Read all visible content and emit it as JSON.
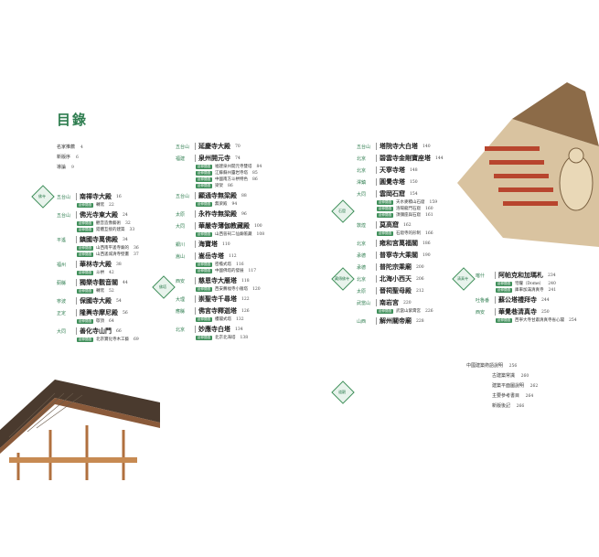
{
  "title": "目錄",
  "intro": [
    {
      "label": "名家推薦",
      "page": "4"
    },
    {
      "label": "新版序",
      "page": "6"
    },
    {
      "label": "導論",
      "page": "9"
    }
  ],
  "sections": [
    {
      "label": "佛寺",
      "entries": []
    },
    {
      "label": "佛塔",
      "entries": []
    },
    {
      "label": "石窟",
      "entries": []
    },
    {
      "label": "藏傳佛寺",
      "entries": []
    },
    {
      "label": "道觀",
      "entries": []
    },
    {
      "label": "清真寺",
      "entries": []
    }
  ],
  "columns": [
    [
      {
        "loc": "五台山",
        "name": "南禪寺大殿",
        "page": "16",
        "subs": [
          {
            "tag": "延伸閱讀",
            "text": "轉窯",
            "page": "22"
          }
        ]
      },
      {
        "loc": "五台山",
        "name": "佛光寺東大殿",
        "page": "24",
        "subs": [
          {
            "tag": "延伸閱讀",
            "text": "觀音造像藝術",
            "page": "32"
          },
          {
            "tag": "延伸閱讀",
            "text": "錯體互接的建築",
            "page": "33"
          }
        ]
      },
      {
        "loc": "平遙",
        "name": "鎮國寺萬佛殿",
        "page": "34",
        "subs": [
          {
            "tag": "延伸閱讀",
            "text": "山西南平遙寺廟的",
            "page": "36"
          },
          {
            "tag": "延伸閱讀",
            "text": "山西遙城清寺壁畫",
            "page": "37"
          }
        ]
      },
      {
        "loc": "福州",
        "name": "華林寺大殿",
        "page": "38",
        "subs": [
          {
            "tag": "延伸閱讀",
            "text": "斗栱",
            "page": "42"
          }
        ]
      },
      {
        "loc": "薊縣",
        "name": "獨樂寺觀音閣",
        "page": "44",
        "subs": [
          {
            "tag": "延伸閱讀",
            "text": "轉窯",
            "page": "52"
          }
        ]
      },
      {
        "loc": "寧波",
        "name": "保國寺大殿",
        "page": "54",
        "subs": []
      },
      {
        "loc": "正定",
        "name": "隆興寺摩尼殿",
        "page": "56",
        "subs": [
          {
            "tag": "延伸閱讀",
            "text": "歇頂",
            "page": "64"
          }
        ]
      },
      {
        "loc": "大同",
        "name": "善化寺山門",
        "page": "66",
        "subs": [
          {
            "tag": "延伸閱讀",
            "text": "北宗寶化寺木工藝",
            "page": "69"
          }
        ]
      }
    ],
    [
      {
        "loc": "五台山",
        "name": "延慶寺大殿",
        "page": "70",
        "subs": []
      },
      {
        "loc": "福建",
        "name": "泉州開元寺",
        "page": "74",
        "subs": [
          {
            "tag": "延伸閱讀",
            "text": "福建泉州開元寺雙塔",
            "page": "84"
          },
          {
            "tag": "延伸閱讀",
            "text": "江蘇蘇州靈岩寺塔",
            "page": "85"
          },
          {
            "tag": "延伸閱讀",
            "text": "中國南方斗栱特色",
            "page": "86"
          },
          {
            "tag": "延伸閱讀",
            "text": "梁架",
            "page": "86"
          }
        ]
      },
      {
        "loc": "五台山",
        "name": "顯通寺無梁殿",
        "page": "88",
        "subs": [
          {
            "tag": "延伸閱讀",
            "text": "無梁殿",
            "page": "94"
          }
        ]
      },
      {
        "loc": "太原",
        "name": "永祚寺無梁殿",
        "page": "96",
        "subs": []
      },
      {
        "loc": "大同",
        "name": "華嚴寺薄伽教藏殿",
        "page": "100",
        "subs": [
          {
            "tag": "延伸閱讀",
            "text": "山西晉祠二仙廟帳藏",
            "page": "108"
          }
        ]
      },
      {
        "loc": "銀川",
        "name": "海寶塔",
        "page": "110",
        "subs": []
      },
      {
        "loc": "嵩山",
        "name": "嵩岳寺塔",
        "page": "112",
        "subs": [
          {
            "tag": "延伸閱讀",
            "text": "密檐式塔",
            "page": "116"
          },
          {
            "tag": "延伸閱讀",
            "text": "中國佛塔的發展",
            "page": "117"
          }
        ]
      },
      {
        "loc": "西安",
        "name": "慈恩寺大雁塔",
        "page": "118",
        "subs": [
          {
            "tag": "延伸閱讀",
            "text": "西安薦福寺小雁塔",
            "page": "120"
          }
        ]
      },
      {
        "loc": "大理",
        "name": "崇聖寺千尋塔",
        "page": "122",
        "subs": []
      },
      {
        "loc": "應縣",
        "name": "佛宮寺釋迦塔",
        "page": "126",
        "subs": [
          {
            "tag": "延伸閱讀",
            "text": "樓閣式塔",
            "page": "132"
          }
        ]
      },
      {
        "loc": "北京",
        "name": "妙應寺白塔",
        "page": "134",
        "subs": [
          {
            "tag": "延伸閱讀",
            "text": "北京北海塔",
            "page": "138"
          }
        ]
      }
    ],
    [
      {
        "loc": "五台山",
        "name": "塔院寺大白塔",
        "page": "140",
        "subs": []
      },
      {
        "loc": "北京",
        "name": "碧雲寺金剛寶座塔",
        "page": "144",
        "subs": []
      },
      {
        "loc": "北京",
        "name": "天寧寺塔",
        "page": "148",
        "subs": []
      },
      {
        "loc": "澤鎮",
        "name": "圓覺寺塔",
        "page": "150",
        "subs": []
      },
      {
        "loc": "大同",
        "name": "雲岡石窟",
        "page": "154",
        "subs": [
          {
            "tag": "延伸閱讀",
            "text": "天水麥積山石窟",
            "page": "159"
          },
          {
            "tag": "延伸閱讀",
            "text": "洛陽龍門石窟",
            "page": "160"
          },
          {
            "tag": "延伸閱讀",
            "text": "須彌座與石窟",
            "page": "161"
          }
        ]
      },
      {
        "loc": "敦煌",
        "name": "莫高窟",
        "page": "162",
        "subs": [
          {
            "tag": "延伸閱讀",
            "text": "石窟寺的形制",
            "page": "166"
          }
        ]
      },
      {
        "loc": "北京",
        "name": "雍和宮萬福閣",
        "page": "186",
        "subs": []
      },
      {
        "loc": "承德",
        "name": "普寧寺大乘閣",
        "page": "190",
        "subs": []
      },
      {
        "loc": "承德",
        "name": "普陀宗乘廟",
        "page": "200",
        "subs": []
      },
      {
        "loc": "北京",
        "name": "北海小西天",
        "page": "206",
        "subs": []
      },
      {
        "loc": "太原",
        "name": "晉祠聖母殿",
        "page": "212",
        "subs": []
      },
      {
        "loc": "武當山",
        "name": "南岩宮",
        "page": "220",
        "subs": [
          {
            "tag": "延伸閱讀",
            "text": "武當山紫霄宮",
            "page": "226"
          }
        ]
      },
      {
        "loc": "山西",
        "name": "解州關帝廟",
        "page": "228",
        "subs": []
      }
    ],
    [
      {
        "loc": "喀什",
        "name": "阿帕克和加瑪札",
        "page": "234",
        "subs": [
          {
            "tag": "延伸閱讀",
            "text": "穹窿（Dome）",
            "page": "240"
          },
          {
            "tag": "延伸閱讀",
            "text": "庫車加滿清真寺",
            "page": "241"
          }
        ]
      },
      {
        "loc": "吐魯番",
        "name": "蘇公塔禮拜寺",
        "page": "244",
        "subs": []
      },
      {
        "loc": "西安",
        "name": "華覺巷清真寺",
        "page": "250",
        "subs": [
          {
            "tag": "延伸閱讀",
            "text": "西寧大寺甘肅清真寺省心閣",
            "page": "254"
          }
        ]
      }
    ]
  ],
  "appendix": [
    {
      "label": "中國建築術語說明",
      "page": "256"
    },
    {
      "label": "古建築常識",
      "page": "260"
    },
    {
      "label": "建築平面圖說明",
      "page": "262"
    },
    {
      "label": "主要參考書目",
      "page": "264"
    },
    {
      "label": "新版後記",
      "page": "266"
    }
  ],
  "colors": {
    "accent": "#2e7d4f",
    "tag": "#3f8f5a"
  }
}
